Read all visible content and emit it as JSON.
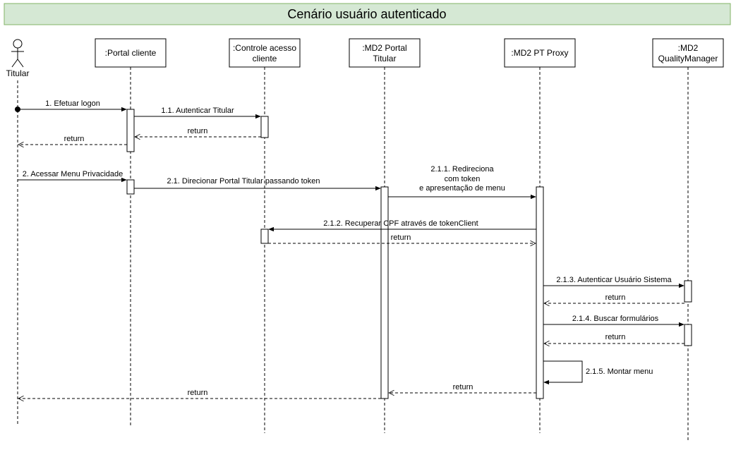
{
  "title": "Cenário usuário autenticado",
  "colors": {
    "title_fill": "#d5e8d4",
    "title_stroke": "#82b366",
    "line": "#000000",
    "box_fill": "#ffffff"
  },
  "actor": {
    "label": "Titular"
  },
  "participants": [
    {
      "lines": [
        ":Portal cliente"
      ]
    },
    {
      "lines": [
        ":Controle acesso",
        "cliente"
      ]
    },
    {
      "lines": [
        ":MD2 Portal",
        "Titular"
      ]
    },
    {
      "lines": [
        ":MD2 PT Proxy"
      ]
    },
    {
      "lines": [
        ":MD2",
        "QualityManager"
      ]
    }
  ],
  "messages": [
    {
      "label": [
        "1. Efetuar logon"
      ]
    },
    {
      "label": [
        "1.1. Autenticar Titular"
      ]
    },
    {
      "label": [
        "return"
      ]
    },
    {
      "label": [
        "return"
      ]
    },
    {
      "label": [
        "2. Acessar Menu Privacidade"
      ]
    },
    {
      "label": [
        "2.1. Direcionar Portal Titular passando token"
      ]
    },
    {
      "label": [
        "2.1.1. Redireciona",
        "com token",
        "e apresentação de menu"
      ]
    },
    {
      "label": [
        "2.1.2. Recuperar CPF através de tokenClient"
      ]
    },
    {
      "label": [
        "return"
      ]
    },
    {
      "label": [
        "2.1.3. Autenticar Usuário Sistema"
      ]
    },
    {
      "label": [
        "return"
      ]
    },
    {
      "label": [
        "2.1.4. Buscar formulários"
      ]
    },
    {
      "label": [
        "return"
      ]
    },
    {
      "label": [
        "2.1.5. Montar menu"
      ]
    },
    {
      "label": [
        "return"
      ]
    },
    {
      "label": [
        "return"
      ]
    }
  ]
}
